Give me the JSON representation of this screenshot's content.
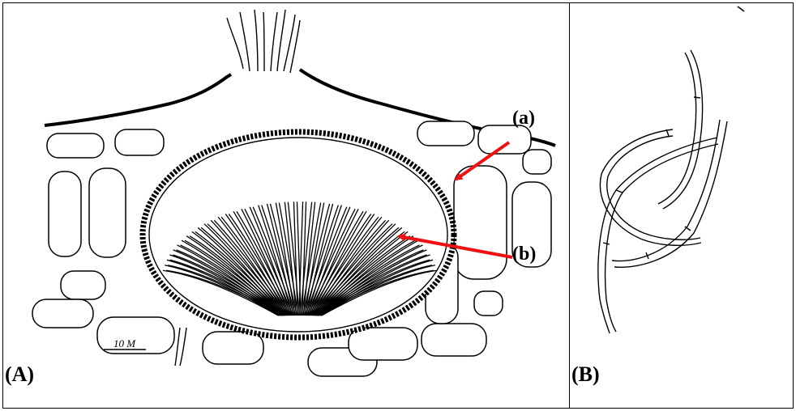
{
  "panels": [
    {
      "label": "(A)"
    },
    {
      "label": "(B)"
    }
  ],
  "callouts": [
    {
      "label": "(a)"
    },
    {
      "label": "(b)"
    }
  ],
  "scale_bar": {
    "label": "10 M"
  },
  "colors": {
    "line": "#000000",
    "arrow": "#ee1111",
    "background": "#ffffff"
  }
}
